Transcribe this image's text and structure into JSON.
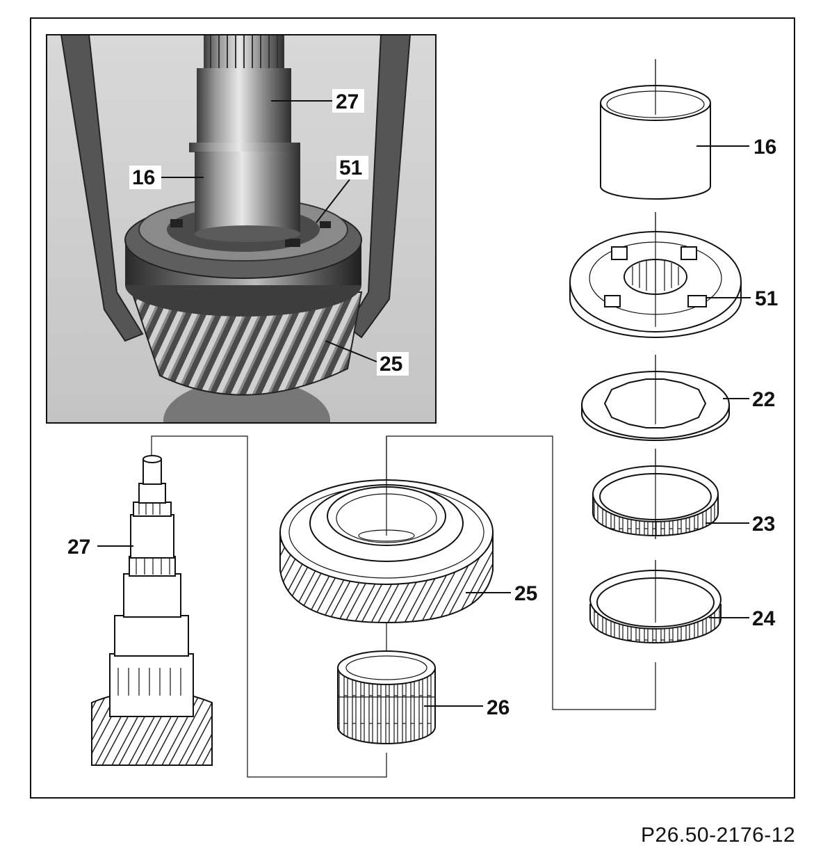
{
  "figure": {
    "reference": "P26.50-2176-12",
    "photo_callouts": {
      "c27": "27",
      "c16": "16",
      "c51": "51",
      "c25": "25"
    },
    "drawing_callouts": {
      "c16": "16",
      "c51": "51",
      "c22": "22",
      "c23": "23",
      "c24": "24",
      "c25": "25",
      "c26": "26",
      "c27": "27"
    }
  }
}
